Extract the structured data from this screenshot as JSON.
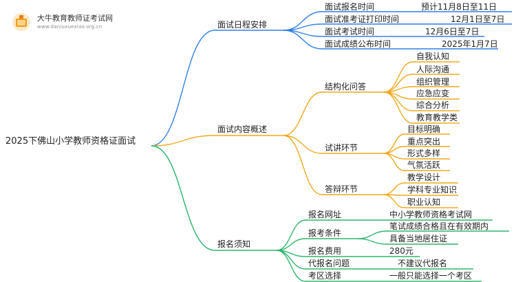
{
  "logo": {
    "title": "大牛教育教师证考试网",
    "url": "www.daniuxuexiao.org.cn"
  },
  "root": "2025下佛山小学教师资格证面试",
  "branches": {
    "schedule": {
      "label": "面试日程安排",
      "items": [
        {
          "label": "面试报名时间",
          "value": "预计11月8日至11日"
        },
        {
          "label": "面试准考证打印时间",
          "value": "12月1日至7日"
        },
        {
          "label": "面试考试时间",
          "value": "12月6日至7日"
        },
        {
          "label": "面试成绩公布时间",
          "value": "2025年1月7日"
        }
      ]
    },
    "content": {
      "label": "面试内容概述",
      "structured": {
        "label": "结构化问答",
        "items": [
          "自我认知",
          "人际沟通",
          "组织管理",
          "应急应变",
          "综合分析",
          "教育教学类"
        ]
      },
      "lecture": {
        "label": "试讲环节",
        "items": [
          "目标明确",
          "重点突出",
          "形式多样",
          "气氛活跃"
        ]
      },
      "defense": {
        "label": "答辩环节",
        "items": [
          "教学设计",
          "学科专业知识",
          "职业认知"
        ]
      }
    },
    "registration": {
      "label": "报名须知",
      "website": {
        "label": "报名网址",
        "value": "中小学教师资格考试网"
      },
      "conditions": {
        "label": "报考条件",
        "values": [
          "笔试成绩合格且在有效期内",
          "具备当地居住证"
        ]
      },
      "fee": {
        "label": "报名费用",
        "value": "280元"
      },
      "proxy": {
        "label": "代报名问题",
        "value": "不建议代报名"
      },
      "area": {
        "label": "考区选择",
        "value": "一般只能选择一个考区"
      }
    }
  },
  "colors": {
    "schedule": "#2f7fe8",
    "content": "#f0a81c",
    "registration": "#2cb56a",
    "text": "#222222"
  }
}
